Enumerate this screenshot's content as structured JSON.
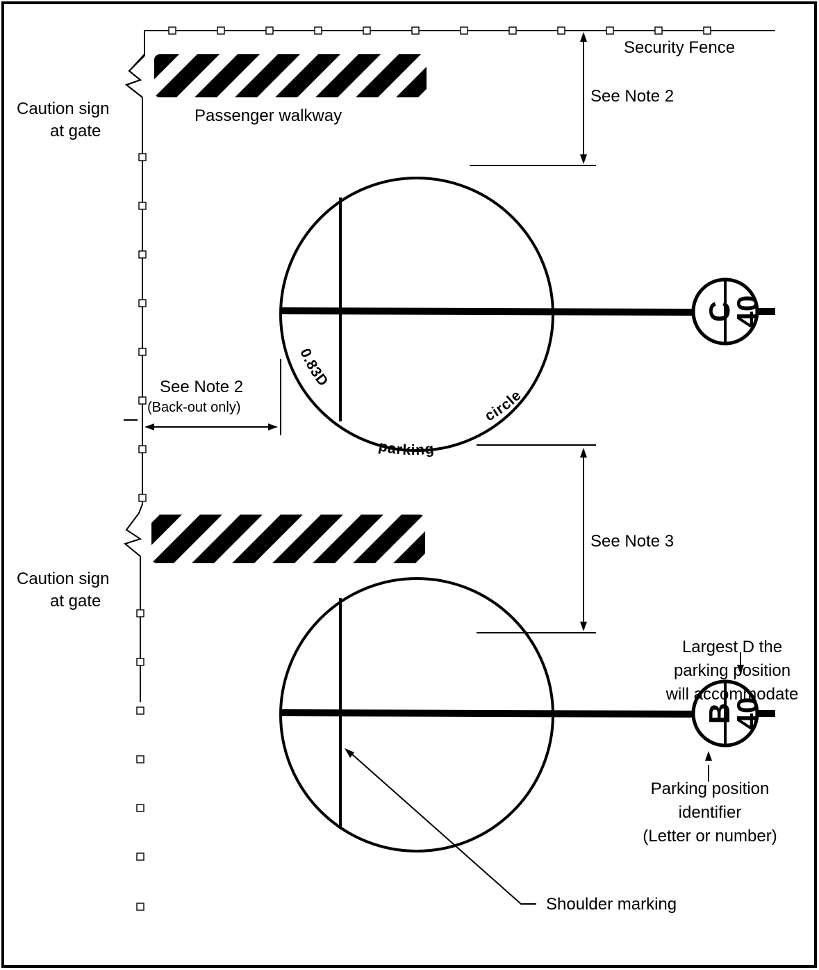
{
  "labels": {
    "security_fence": "Security Fence",
    "passenger_walkway": "Passenger walkway",
    "caution_sign_line1": "Caution sign",
    "caution_sign_line2": "at gate",
    "see_note_2": "See Note 2",
    "back_out_only": "(Back-out only)",
    "see_note_3": "See Note 3",
    "shoulder_marking": "Shoulder marking",
    "largest_d_line1": "Largest D the",
    "largest_d_line2": "parking position",
    "largest_d_line3": "will accommodate",
    "identifier_line1": "Parking position",
    "identifier_line2": "identifier",
    "identifier_line3": "(Letter or number)"
  },
  "circle_text": {
    "diameter": "0.83D",
    "parking": "parking",
    "circle": "circle"
  },
  "positions": [
    {
      "letter": "C",
      "number": "40"
    },
    {
      "letter": "B",
      "number": "40"
    }
  ]
}
